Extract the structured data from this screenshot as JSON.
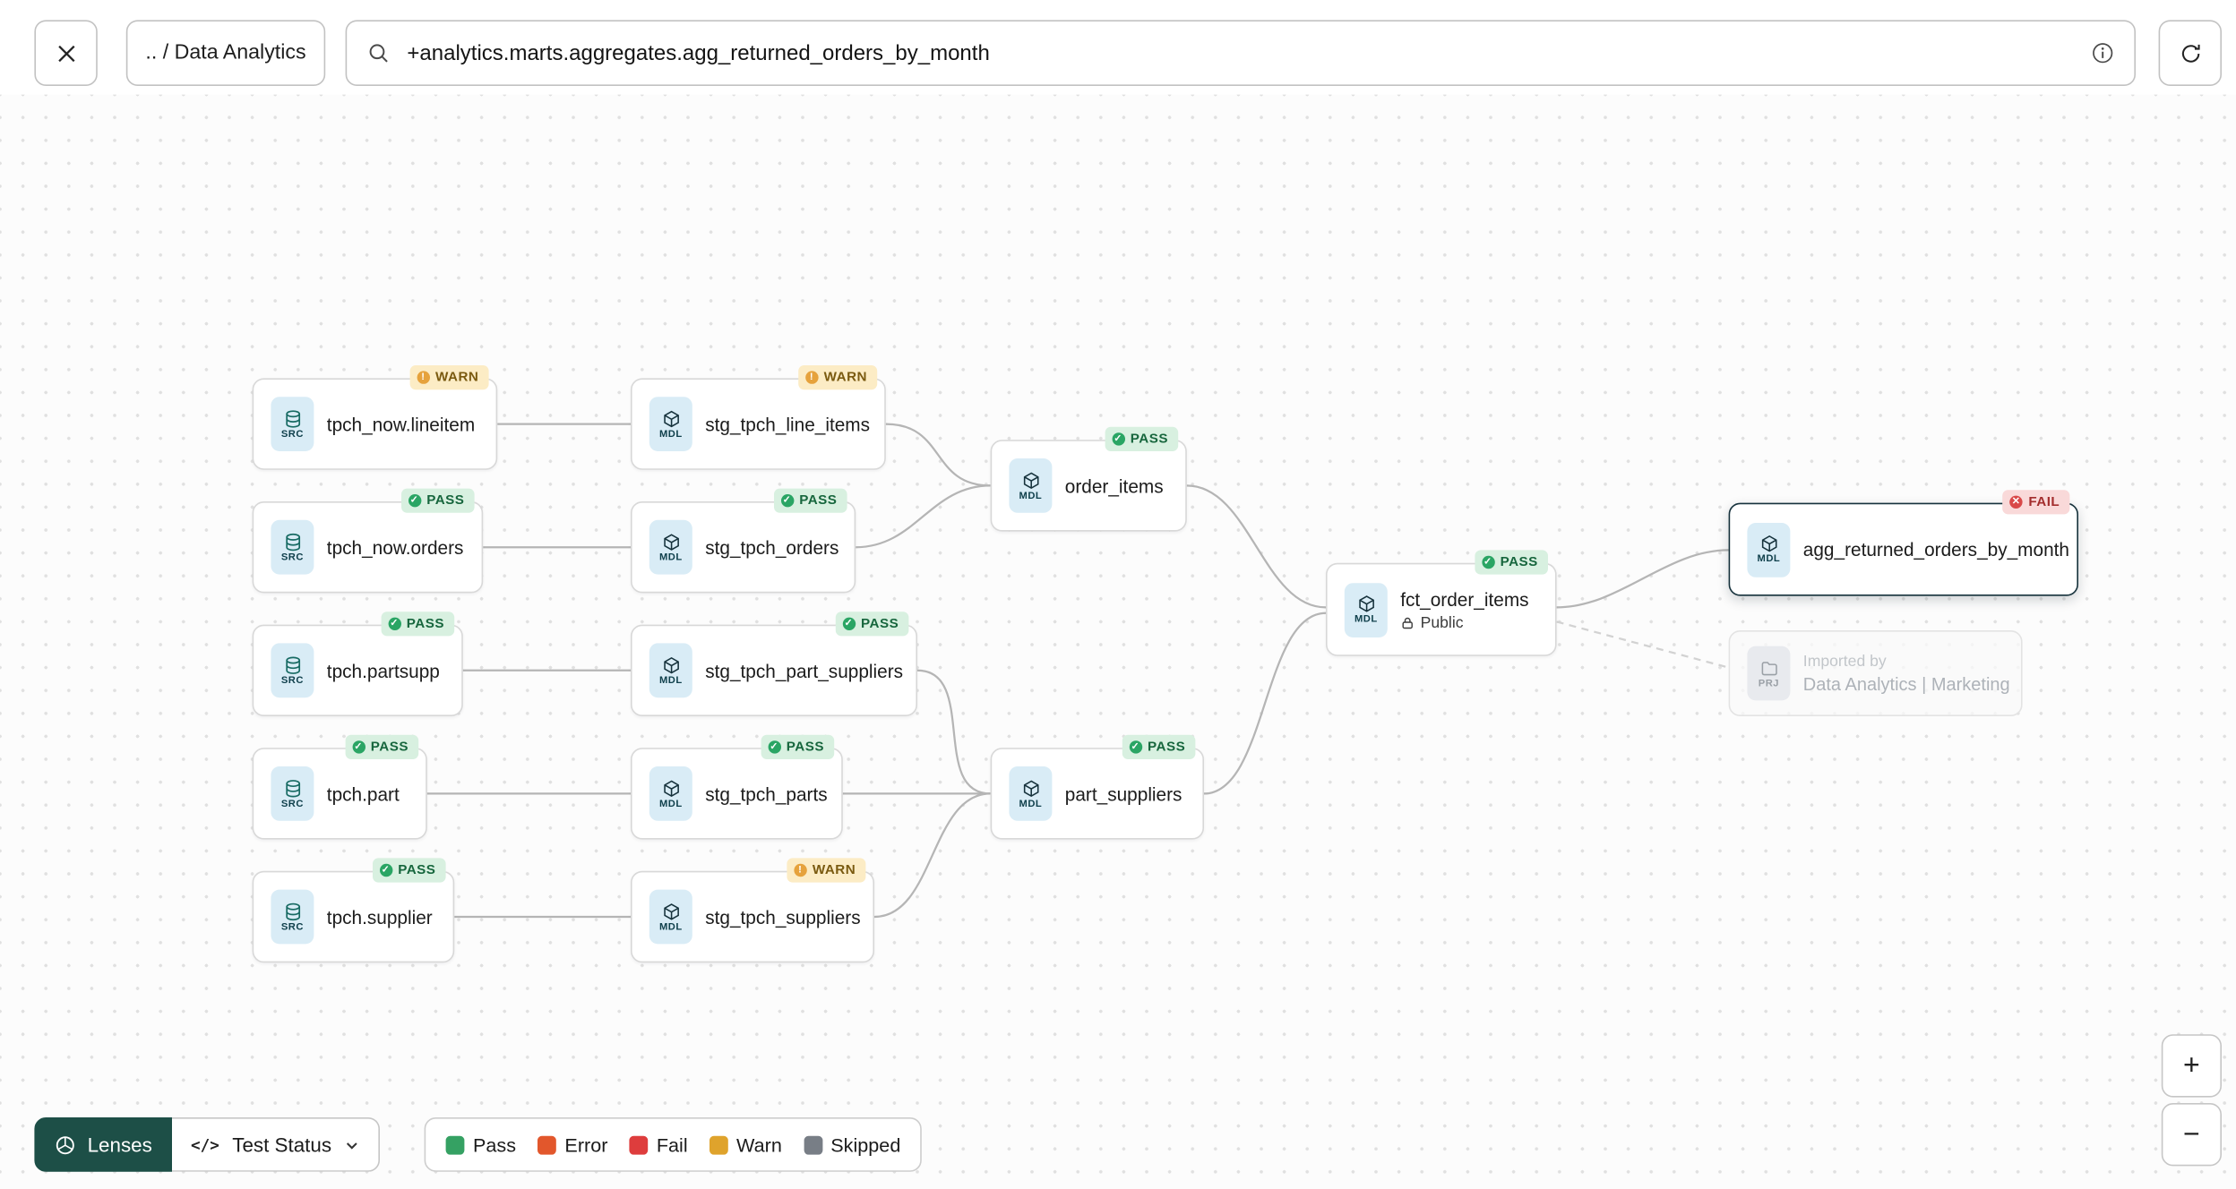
{
  "topbar": {
    "breadcrumb": ".. / Data Analytics",
    "search_value": "+analytics.marts.aggregates.agg_returned_orders_by_month"
  },
  "graph": {
    "nodes": [
      {
        "label": "tpch_now.lineitem",
        "type": "SRC",
        "status": "WARN"
      },
      {
        "label": "stg_tpch_line_items",
        "type": "MDL",
        "status": "WARN"
      },
      {
        "label": "tpch_now.orders",
        "type": "SRC",
        "status": "PASS"
      },
      {
        "label": "stg_tpch_orders",
        "type": "MDL",
        "status": "PASS"
      },
      {
        "label": "order_items",
        "type": "MDL",
        "status": "PASS"
      },
      {
        "label": "tpch.partsupp",
        "type": "SRC",
        "status": "PASS"
      },
      {
        "label": "stg_tpch_part_suppliers",
        "type": "MDL",
        "status": "PASS"
      },
      {
        "label": "fct_order_items",
        "type": "MDL",
        "status": "PASS",
        "visibility": "Public"
      },
      {
        "label": "agg_returned_orders_by_month",
        "type": "MDL",
        "status": "FAIL",
        "selected": true
      },
      {
        "label": "tpch.part",
        "type": "SRC",
        "status": "PASS"
      },
      {
        "label": "stg_tpch_parts",
        "type": "MDL",
        "status": "PASS"
      },
      {
        "label": "part_suppliers",
        "type": "MDL",
        "status": "PASS"
      },
      {
        "label": "tpch.supplier",
        "type": "SRC",
        "status": "PASS"
      },
      {
        "label": "stg_tpch_suppliers",
        "type": "MDL",
        "status": "WARN"
      }
    ],
    "edges": [
      [
        "tpch_now.lineitem",
        "stg_tpch_line_items"
      ],
      [
        "tpch_now.orders",
        "stg_tpch_orders"
      ],
      [
        "tpch.partsupp",
        "stg_tpch_part_suppliers"
      ],
      [
        "tpch.part",
        "stg_tpch_parts"
      ],
      [
        "tpch.supplier",
        "stg_tpch_suppliers"
      ],
      [
        "stg_tpch_line_items",
        "order_items"
      ],
      [
        "stg_tpch_orders",
        "order_items"
      ],
      [
        "order_items",
        "fct_order_items"
      ],
      [
        "stg_tpch_part_suppliers",
        "part_suppliers"
      ],
      [
        "stg_tpch_parts",
        "part_suppliers"
      ],
      [
        "stg_tpch_suppliers",
        "part_suppliers"
      ],
      [
        "part_suppliers",
        "fct_order_items"
      ],
      [
        "fct_order_items",
        "agg_returned_orders_by_month"
      ],
      [
        "fct_order_items",
        "imported_by"
      ]
    ],
    "imported": {
      "type": "PRJ",
      "title": "Imported by",
      "subtitle": "Data Analytics | Marketing"
    }
  },
  "toolbar": {
    "lenses_label": "Lenses",
    "lens_value": "Test Status",
    "legend": [
      {
        "label": "Pass",
        "color": "#35a163"
      },
      {
        "label": "Error",
        "color": "#e2572c"
      },
      {
        "label": "Fail",
        "color": "#de3d3d"
      },
      {
        "label": "Warn",
        "color": "#dfa32c"
      },
      {
        "label": "Skipped",
        "color": "#787e86"
      }
    ]
  },
  "status_colors": {
    "pass": "#2aa564",
    "warn": "#e6a23c",
    "fail": "#d94848"
  },
  "zoom": {
    "in": "+",
    "out": "−"
  }
}
